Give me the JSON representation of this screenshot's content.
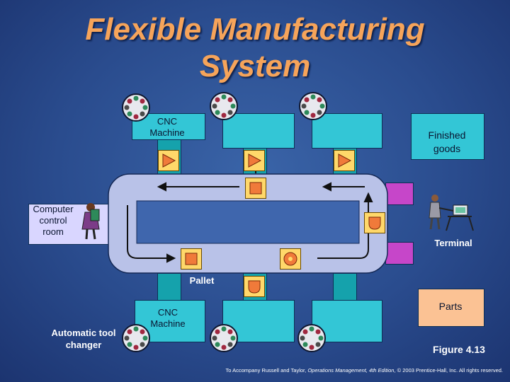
{
  "title_line1": "Flexible Manufacturing",
  "title_line2": "System",
  "labels": {
    "cnc_top": "CNC Machine",
    "cnc_bottom": "CNC Machine",
    "finished_goods": "Finished goods",
    "computer_room": "Computer control room",
    "terminal": "Terminal",
    "pallet": "Pallet",
    "parts": "Parts",
    "tool_changer": "Automatic tool changer",
    "figure": "Figure 4.13"
  },
  "footer": {
    "prefix": "To Accompany Russell and Taylor, ",
    "italic": "Operations Management, 4th Edition",
    "suffix": ", © 2003 Prentice-Hall, Inc. All rights reserved."
  },
  "colors": {
    "title": "#f6a45a",
    "machine": "#33c6d6",
    "connector": "#15a2ac",
    "conveyor": "#b9c2e8",
    "room": "#d9d6ff",
    "dock": "#c646c9",
    "symbol": "#ffd86a"
  }
}
